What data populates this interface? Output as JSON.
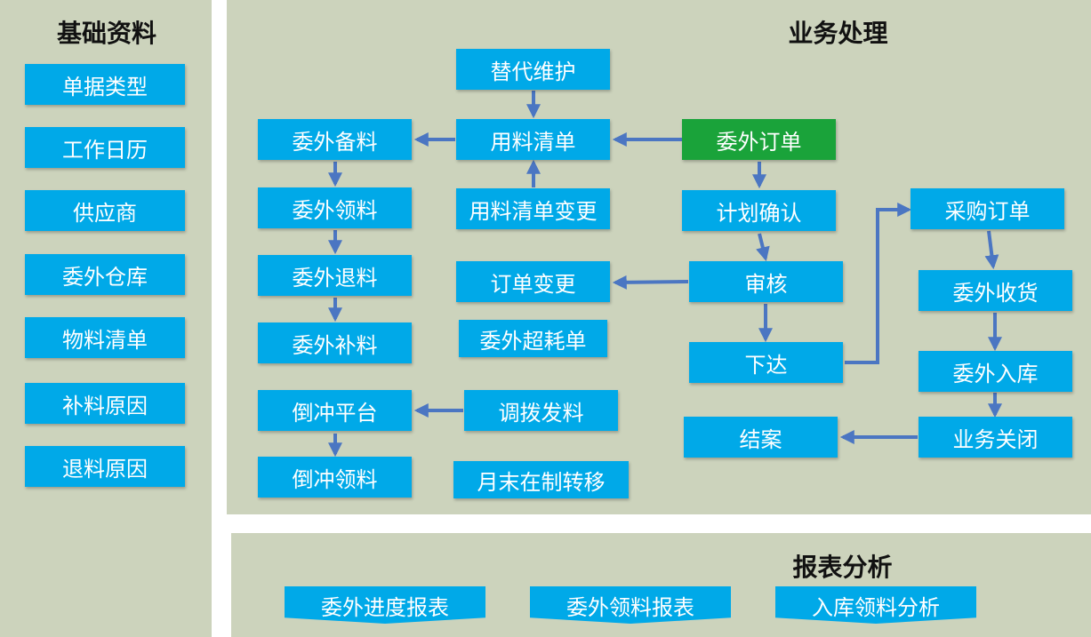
{
  "colors": {
    "panel": "#ccd3bc",
    "box": "#00a9e8",
    "highlight": "#1aa33a",
    "arrow": "#4b76c2"
  },
  "basic": {
    "title": "基础资料",
    "items": [
      "单据类型",
      "工作日历",
      "供应商",
      "委外仓库",
      "物料清单",
      "补料原因",
      "退料原因"
    ]
  },
  "business": {
    "title": "业务处理",
    "substitute_maint": "替代维护",
    "bom": "用料清单",
    "bom_change": "用料清单变更",
    "outsource_prep": "委外备料",
    "outsource_pick": "委外领料",
    "outsource_return": "委外退料",
    "outsource_supplement": "委外补料",
    "backflush_platform": "倒冲平台",
    "backflush_pick": "倒冲领料",
    "outsource_order": "委外订单",
    "plan_confirm": "计划确认",
    "order_change": "订单变更",
    "audit": "审核",
    "release": "下达",
    "over_consumption": "委外超耗单",
    "transfer_issue": "调拨发料",
    "month_end_wip": "月末在制转移",
    "close_case": "结案",
    "purchase_order": "采购订单",
    "outsource_receipt": "委外收货",
    "outsource_stockin": "委外入库",
    "business_close": "业务关闭"
  },
  "reports": {
    "title": "报表分析",
    "items": [
      "委外进度报表",
      "委外领料报表",
      "入库领料分析"
    ]
  }
}
